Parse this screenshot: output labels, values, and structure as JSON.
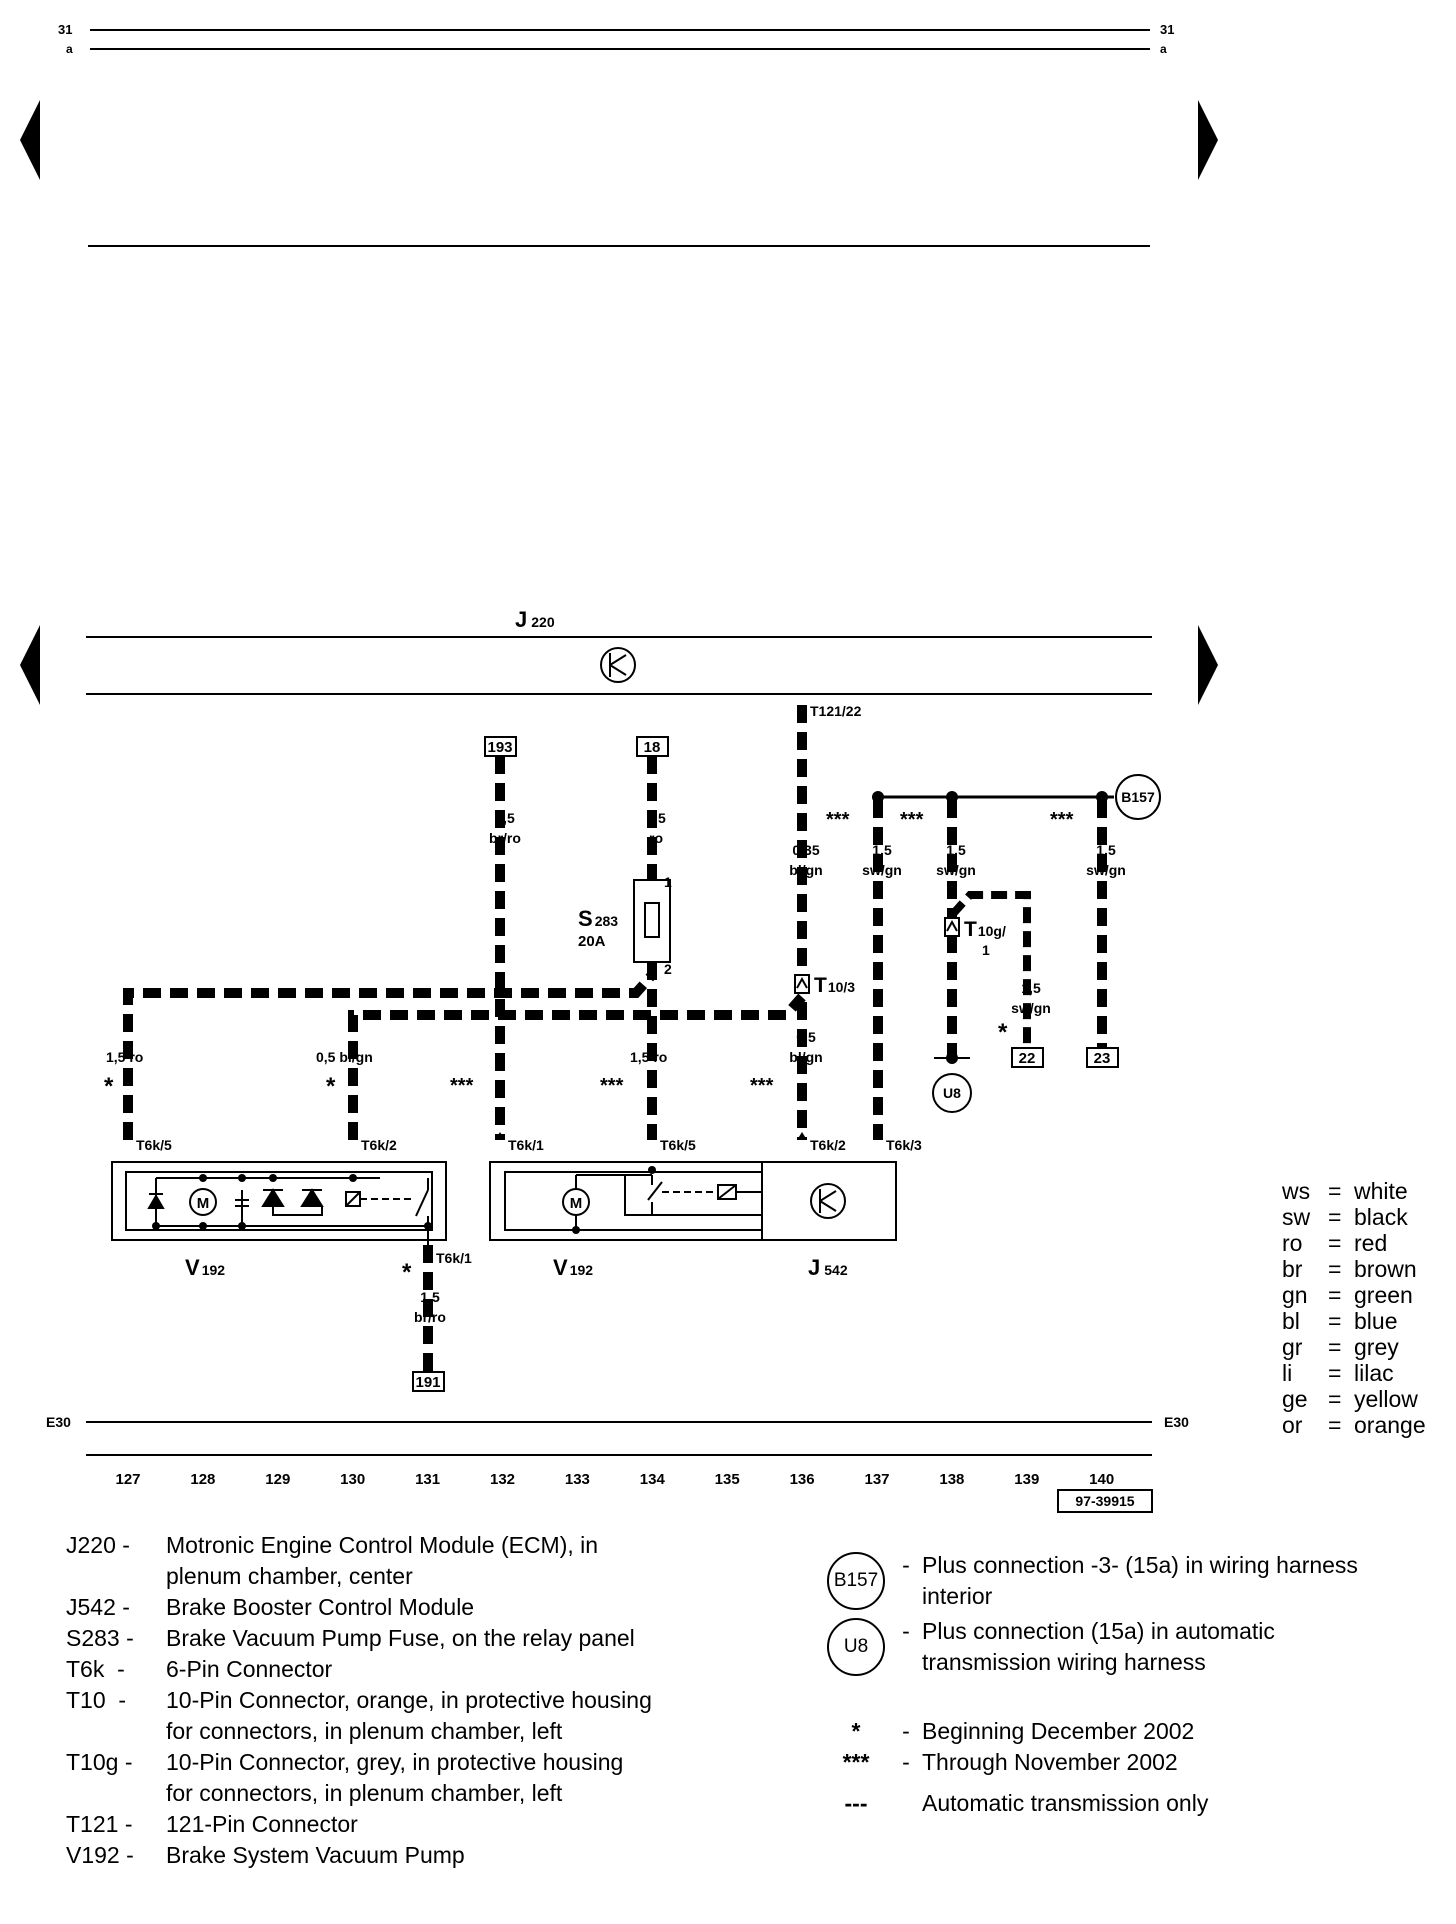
{
  "header": {
    "left_num": "31",
    "left_sub": "a",
    "right_num": "31",
    "right_sub": "a"
  },
  "ground_label": "E30",
  "module_top": {
    "label": "J",
    "sub": "220"
  },
  "tracks": [
    "127",
    "128",
    "129",
    "130",
    "131",
    "132",
    "133",
    "134",
    "135",
    "136",
    "137",
    "138",
    "139",
    "140"
  ],
  "figure_id": "97-39915",
  "refs": {
    "r193": "193",
    "r18": "18",
    "r191": "191",
    "r22": "22",
    "r23": "23"
  },
  "pins": {
    "t121_22": "T121/22",
    "t6k5a": "T6k/5",
    "t6k2a": "T6k/2",
    "t6k1a": "T6k/1",
    "t6k1b": "T6k/1",
    "t6k5b": "T6k/5",
    "t6k2b": "T6k/2",
    "t6k3": "T6k/3",
    "pin1": "1",
    "pin2": "2"
  },
  "connectors": {
    "t10": {
      "main": "T",
      "sub": "10/3"
    },
    "t10g": {
      "main": "T",
      "sub": "10g/",
      "line2": "1"
    }
  },
  "fuse": {
    "label": "S",
    "sub": "283",
    "rating": "20A"
  },
  "components": {
    "v192a": {
      "label": "V",
      "sub": "192"
    },
    "v192b": {
      "label": "V",
      "sub": "192"
    },
    "j542": {
      "label": "J",
      "sub": "542"
    }
  },
  "circles": {
    "b157": "B157",
    "u8": "U8"
  },
  "wires": {
    "w193": {
      "gauge": "1,5",
      "color": "br/ro"
    },
    "w18": {
      "gauge": "1,5",
      "color": "ro"
    },
    "w_t121": {
      "gauge": "0,35",
      "color": "bl/gn"
    },
    "w137": {
      "gauge": "1,5",
      "color": "sw/gn"
    },
    "w138": {
      "gauge": "1,5",
      "color": "sw/gn"
    },
    "w140": {
      "gauge": "1,5",
      "color": "sw/gn"
    },
    "w139": {
      "gauge": "1,5",
      "color": "sw/gn"
    },
    "w127": {
      "text": "1,5 ro"
    },
    "w130": {
      "text": "0,5 bl/gn"
    },
    "w134": {
      "text": "1,5 ro"
    },
    "w136": {
      "gauge": "0,5",
      "color": "bl/gn"
    },
    "w131": {
      "gauge": "1,5",
      "color": "br/ro"
    }
  },
  "marks": {
    "star": "*",
    "triple": "***"
  },
  "color_codes": [
    {
      "code": "ws",
      "eq": "=",
      "name": "white"
    },
    {
      "code": "sw",
      "eq": "=",
      "name": "black"
    },
    {
      "code": "ro",
      "eq": "=",
      "name": "red"
    },
    {
      "code": "br",
      "eq": "=",
      "name": "brown"
    },
    {
      "code": "gn",
      "eq": "=",
      "name": "green"
    },
    {
      "code": "bl",
      "eq": "=",
      "name": "blue"
    },
    {
      "code": "gr",
      "eq": "=",
      "name": "grey"
    },
    {
      "code": "li",
      "eq": "=",
      "name": "lilac"
    },
    {
      "code": "ge",
      "eq": "=",
      "name": "yellow"
    },
    {
      "code": "or",
      "eq": "=",
      "name": "orange"
    }
  ],
  "component_legend": [
    {
      "id": "J220 -",
      "desc": [
        "Motronic Engine Control Module (ECM), in",
        "plenum chamber, center"
      ]
    },
    {
      "id": "J542 -",
      "desc": [
        "Brake Booster Control Module"
      ]
    },
    {
      "id": "S283 -",
      "desc": [
        "Brake Vacuum Pump Fuse, on the relay panel"
      ]
    },
    {
      "id": "T6k  -",
      "desc": [
        "6-Pin Connector"
      ]
    },
    {
      "id": "T10  -",
      "desc": [
        "10-Pin Connector, orange, in protective housing",
        "for connectors, in plenum chamber, left"
      ]
    },
    {
      "id": "T10g -",
      "desc": [
        "10-Pin Connector, grey, in protective housing",
        "for connectors, in plenum chamber, left"
      ]
    },
    {
      "id": "T121 -",
      "desc": [
        "121-Pin Connector"
      ]
    },
    {
      "id": "V192 -",
      "desc": [
        "Brake System Vacuum Pump"
      ]
    }
  ],
  "notes_legend": {
    "b157": {
      "sym": "B157",
      "dash": "-",
      "desc": [
        "Plus connection -3- (15a) in wiring harness",
        "interior"
      ]
    },
    "u8": {
      "sym": "U8",
      "dash": "-",
      "desc": [
        "Plus connection (15a) in automatic",
        "transmission wiring harness"
      ]
    },
    "star": {
      "sym": "*",
      "dash": "-",
      "desc": "Beginning December 2002"
    },
    "triple": {
      "sym": "***",
      "dash": "-",
      "desc": "Through November 2002"
    },
    "auto": {
      "sym": "---",
      "desc": "Automatic transmission only"
    }
  }
}
